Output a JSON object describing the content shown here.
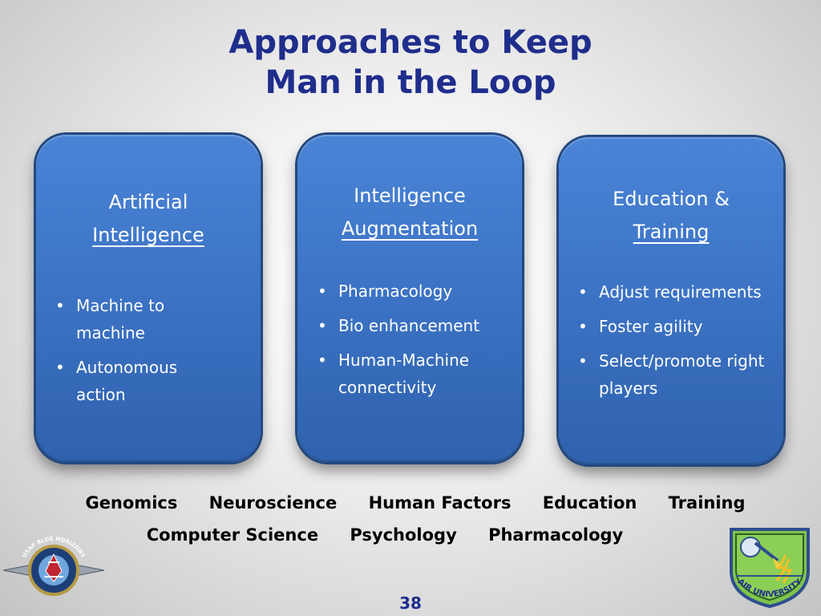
{
  "title": {
    "line1": "Approaches to Keep",
    "line2": "Man in the Loop"
  },
  "cards": [
    {
      "heading_line1": "Artificial",
      "heading_line2": "Intelligence",
      "bullets": [
        "Machine to machine",
        "Autonomous action"
      ]
    },
    {
      "heading_line1": "Intelligence",
      "heading_line2": "Augmentation",
      "bullets": [
        "Pharmacology",
        "Bio enhancement",
        "Human-Machine connectivity"
      ]
    },
    {
      "heading_line1": "Education &",
      "heading_line2": "Training",
      "bullets": [
        "Adjust requirements",
        "Foster agility",
        "Select/promote right players"
      ]
    }
  ],
  "topics_row_1": [
    "Genomics",
    "Neuroscience",
    "Human Factors",
    "Education",
    "Training"
  ],
  "topics_row_2": [
    "Computer Science",
    "Psychology",
    "Pharmacology"
  ],
  "page_number": "38",
  "logos": {
    "left": {
      "icon": "usaf-blue-horizons-logo",
      "text": "USAF BLUE HORIZONS"
    },
    "right": {
      "icon": "air-university-shield-logo",
      "text": "AIR UNIVERSITY"
    }
  },
  "colors": {
    "title": "#1f2d8c",
    "card_fill": "#3d74c6",
    "card_border": "#23487f",
    "card_text": "#ffffff",
    "topic_text": "#000000",
    "page_number": "#1f2d8c"
  }
}
